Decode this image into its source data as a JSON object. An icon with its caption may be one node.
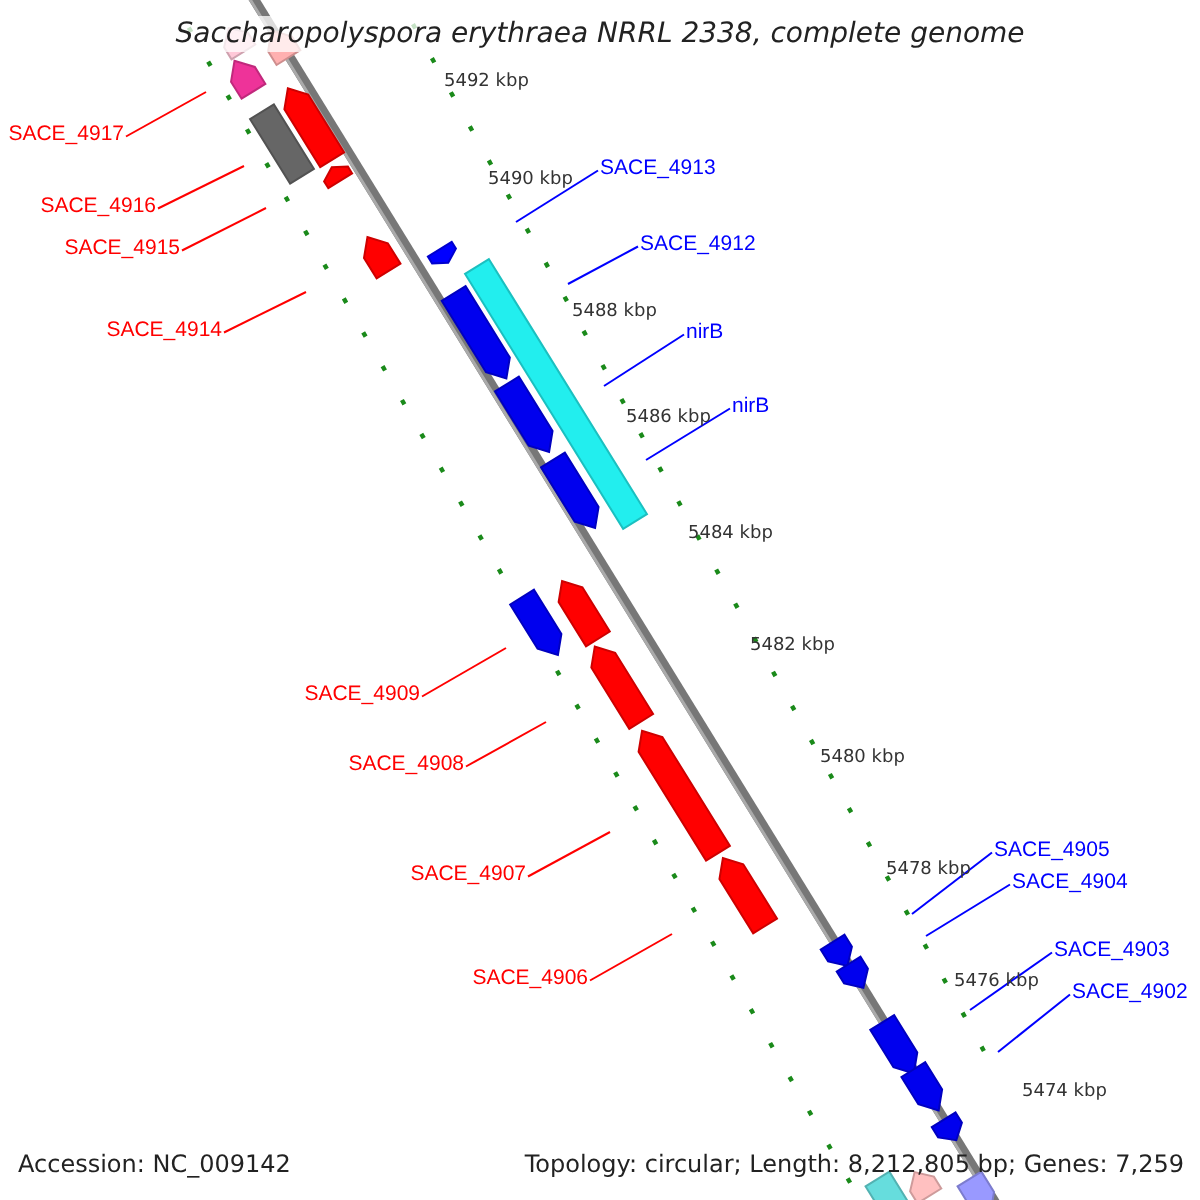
{
  "diagram": {
    "title": "Saccharopolyspora erythraea NRRL 2338, complete genome",
    "nodes": [
      {
        "text": [
          "SACE_4917"
        ]
      },
      {
        "text": [
          "SACE_4916"
        ]
      },
      {
        "text": [
          "SACE_4915"
        ]
      },
      {
        "text": [
          "SACE_4914"
        ]
      },
      {
        "text": [
          "SACE_4913"
        ]
      },
      {
        "text": [
          "SACE_4912"
        ]
      },
      {
        "text": [
          "nirB"
        ]
      },
      {
        "text": [
          "nirB"
        ]
      },
      {
        "text": [
          "SACE_4909"
        ]
      },
      {
        "text": [
          "SACE_4908"
        ]
      },
      {
        "text": [
          "SACE_4907"
        ]
      },
      {
        "text": [
          "SACE_4906"
        ]
      },
      {
        "text": [
          "SACE_4905"
        ]
      },
      {
        "text": [
          "SACE_4904"
        ]
      },
      {
        "text": [
          "SACE_4903"
        ]
      },
      {
        "text": [
          "SACE_4902"
        ]
      }
    ],
    "edges": [
      {
        "from": 0,
        "to": null,
        "arrow": "none",
        "color": "#ff0000"
      },
      {
        "from": 1,
        "to": null,
        "arrow": "none",
        "color": "#ff0000"
      },
      {
        "from": 2,
        "to": null,
        "arrow": "none",
        "color": "#ff0000"
      },
      {
        "from": 3,
        "to": null,
        "arrow": "none",
        "color": "#ff0000"
      },
      {
        "from": 4,
        "to": null,
        "arrow": "none",
        "color": "#0000ff"
      },
      {
        "from": 5,
        "to": null,
        "arrow": "none",
        "color": "#0000ff"
      },
      {
        "from": 6,
        "to": null,
        "arrow": "none",
        "color": "#0000ff"
      },
      {
        "from": 7,
        "to": null,
        "arrow": "none",
        "color": "#0000ff"
      },
      {
        "from": 8,
        "to": null,
        "arrow": "none",
        "color": "#ff0000"
      },
      {
        "from": 9,
        "to": null,
        "arrow": "none",
        "color": "#ff0000"
      },
      {
        "from": 10,
        "to": null,
        "arrow": "none",
        "color": "#ff0000"
      },
      {
        "from": 11,
        "to": null,
        "arrow": "none",
        "color": "#ff0000"
      },
      {
        "from": 12,
        "to": null,
        "arrow": "none",
        "color": "#0000ff"
      },
      {
        "from": 13,
        "to": null,
        "arrow": "none",
        "color": "#0000ff"
      },
      {
        "from": 14,
        "to": null,
        "arrow": "none",
        "color": "#0000ff"
      },
      {
        "from": 15,
        "to": null,
        "arrow": "none",
        "color": "#0000ff"
      }
    ],
    "labels": [
      "5492 kbp",
      "5490 kbp",
      "5488 kbp",
      "5486 kbp",
      "5484 kbp",
      "5482 kbp",
      "5480 kbp",
      "5478 kbp",
      "5476 kbp",
      "5474 kbp",
      "Accession: NC_009142",
      "Topology: circular; Length: 8,212,805 bp; Genes: 7,259"
    ]
  }
}
